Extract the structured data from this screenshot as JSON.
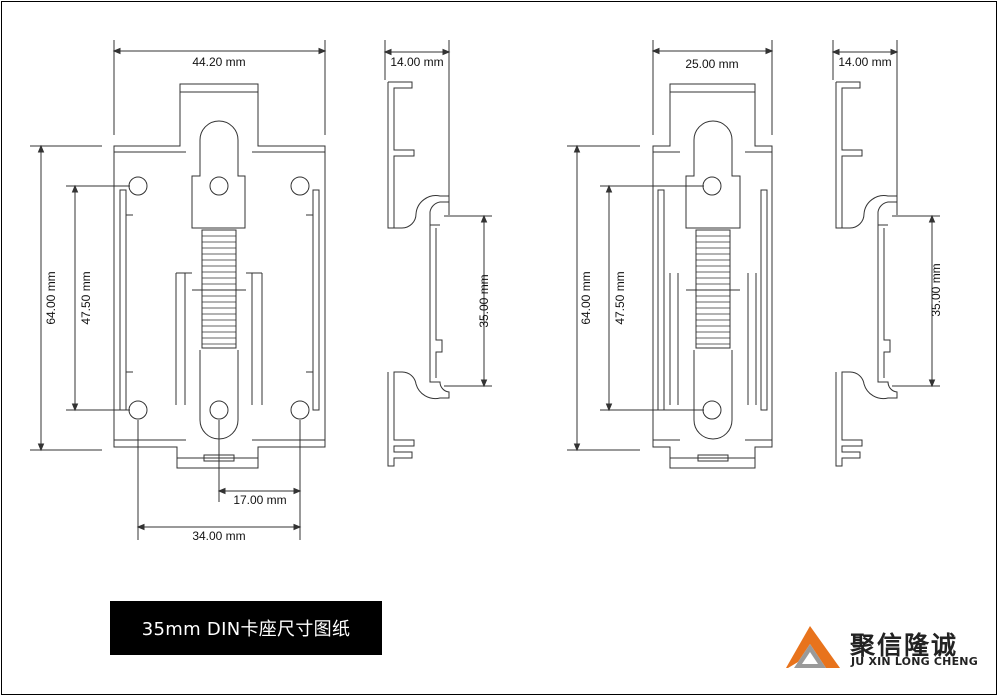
{
  "title": "35mm DIN卡座尺寸图纸",
  "logo": {
    "name_cn": "聚信隆诚",
    "name_en": "JU XIN LONG CHENG"
  },
  "views": {
    "large_front": {
      "width": "44.20 mm",
      "height": "64.00 mm",
      "hole_pitch": "47.50 mm",
      "hole_offset": "17.00 mm",
      "hole_span": "34.00 mm"
    },
    "large_side": {
      "depth": "14.00 mm",
      "rail": "35.00 mm"
    },
    "small_front": {
      "width": "25.00 mm",
      "height": "64.00 mm",
      "hole_pitch": "47.50 mm"
    },
    "small_side": {
      "depth": "14.00 mm",
      "rail": "35.00 mm"
    }
  },
  "colors": {
    "line": "#333333",
    "title_bg": "#000000",
    "logo_orange": "#e8731c",
    "logo_gray": "#9a9a9a"
  }
}
